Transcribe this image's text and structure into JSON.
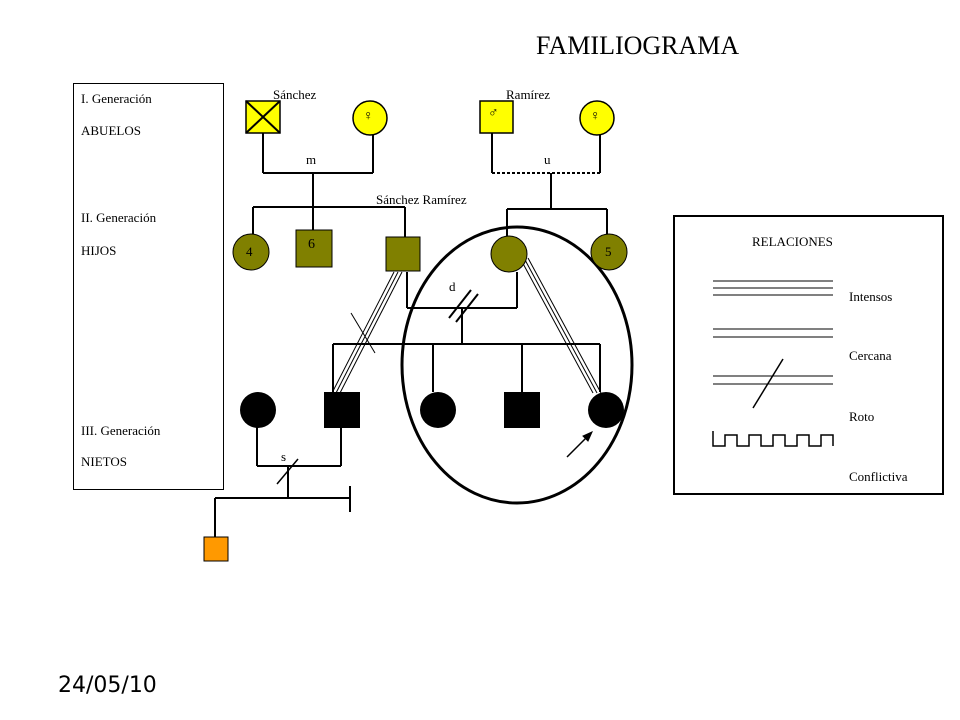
{
  "title": "FAMILIOGRAMA",
  "date": "24/05/10",
  "generations": {
    "gen1_label": "I. Generación",
    "gen1_name": "ABUELOS",
    "gen2_label": "II. Generación",
    "gen2_name": "HIJOS",
    "gen3_label": "III. Generación",
    "gen3_name": "NIETOS"
  },
  "families": {
    "left_surname": "Sánchez",
    "right_surname": "Ramírez",
    "children_surname": "Sánchez Ramírez"
  },
  "marks": {
    "left_union": "m",
    "right_union": "u",
    "divorce": "d",
    "grandchild_union": "s",
    "child_left_age": "4",
    "child_square_number": "6",
    "child_right_age": "5"
  },
  "symbols": {
    "female": "♀",
    "male": "♂"
  },
  "legend": {
    "title": "RELACIONES",
    "items": [
      "Intensos",
      "Cercana",
      "Roto",
      "Conflictiva"
    ]
  },
  "colors": {
    "grandparent_fill": "#ffff00",
    "child_fill": "#808000",
    "grandchild_fill": "#000000",
    "great_grandchild_fill": "#ff9900"
  }
}
